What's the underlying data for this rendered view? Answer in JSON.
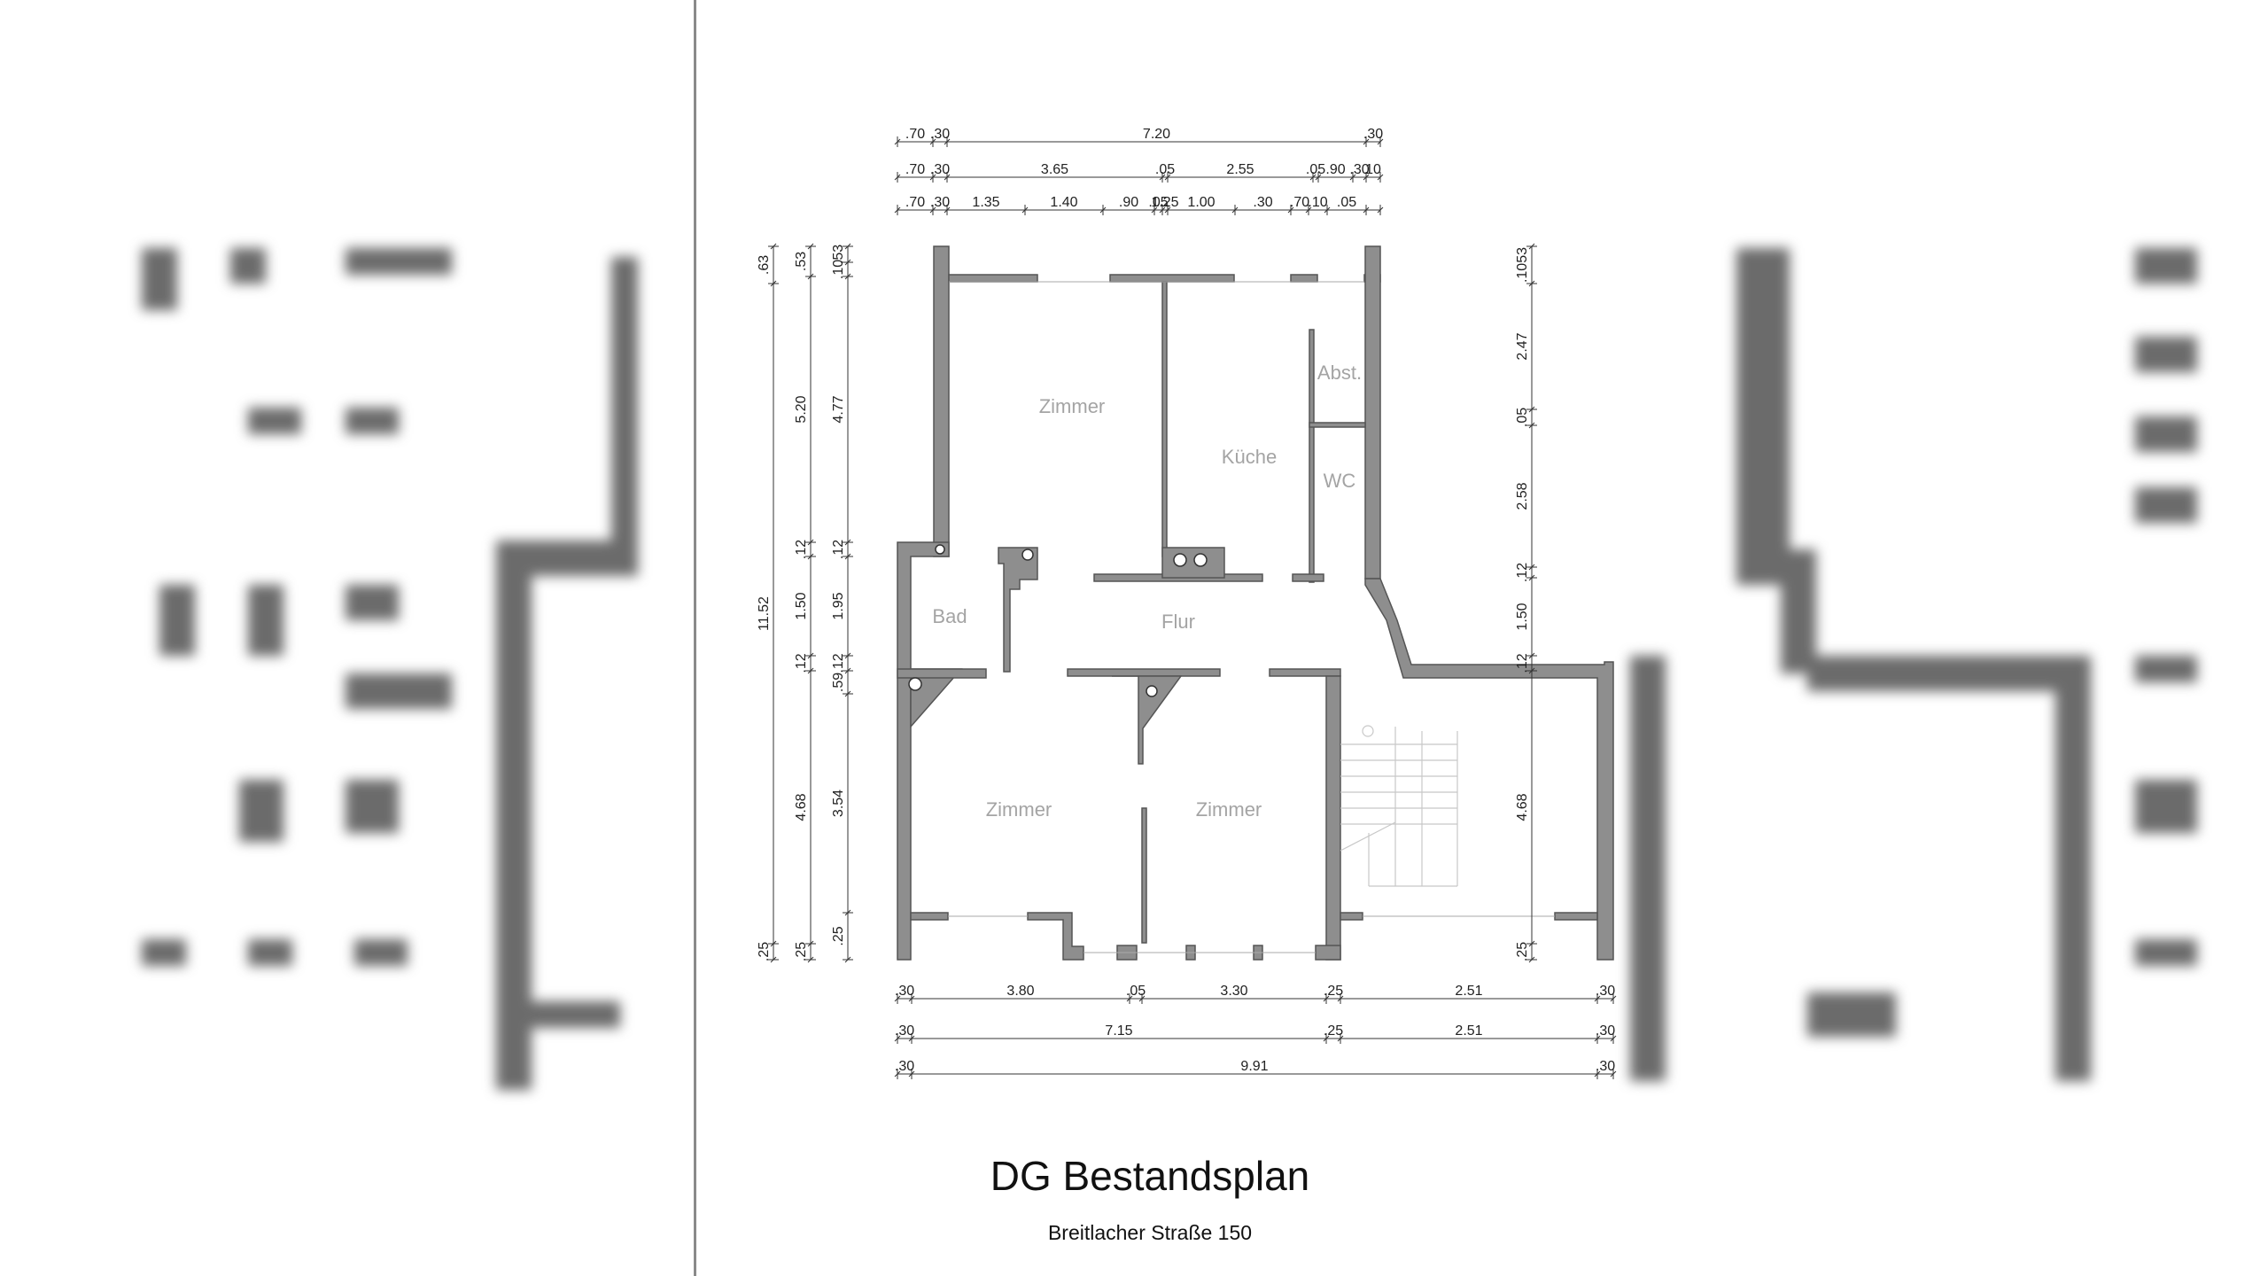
{
  "title": "DG Bestandsplan",
  "subtitle": "Breitlacher Straße 150",
  "rooms": {
    "zimmer_top": "Zimmer",
    "kueche": "Küche",
    "abst": "Abst.",
    "wc": "WC",
    "bad": "Bad",
    "flur": "Flur",
    "zimmer_left": "Zimmer",
    "zimmer_right": "Zimmer"
  },
  "dims_top": [
    [
      ".70",
      ".30",
      "7.20",
      ".30"
    ],
    [
      ".70",
      ".30",
      "3.65",
      ".05",
      "2.55",
      ".05",
      ".90",
      ".30",
      "10"
    ],
    [
      ".70",
      ".30",
      "1.35",
      "1.40",
      ".90",
      ".05",
      "1.25",
      "1.00",
      ".30",
      ".70",
      ".10",
      ".05"
    ]
  ],
  "dims_bottom": [
    [
      ".30",
      "3.80",
      ".05",
      "3.30",
      ".25",
      "2.51",
      ".30"
    ],
    [
      ".30",
      "7.15",
      ".25",
      "2.51",
      ".30"
    ],
    [
      ".30",
      "9.91",
      ".30"
    ]
  ],
  "dims_left_outer": [
    ".63",
    "11.52",
    ".25"
  ],
  "dims_left_mid": [
    ".53",
    "5.20",
    ".12",
    "1.50",
    ".12",
    "4.68",
    ".25"
  ],
  "dims_left_inner": [
    ".53",
    ".10",
    "4.77",
    ".12",
    "1.95",
    ".12",
    ".59",
    "3.54",
    ".25"
  ],
  "dims_right": [
    ".1053",
    "2.47",
    ".05",
    "2.58",
    ".12",
    "1.50",
    ".12",
    "4.68",
    ".25"
  ]
}
